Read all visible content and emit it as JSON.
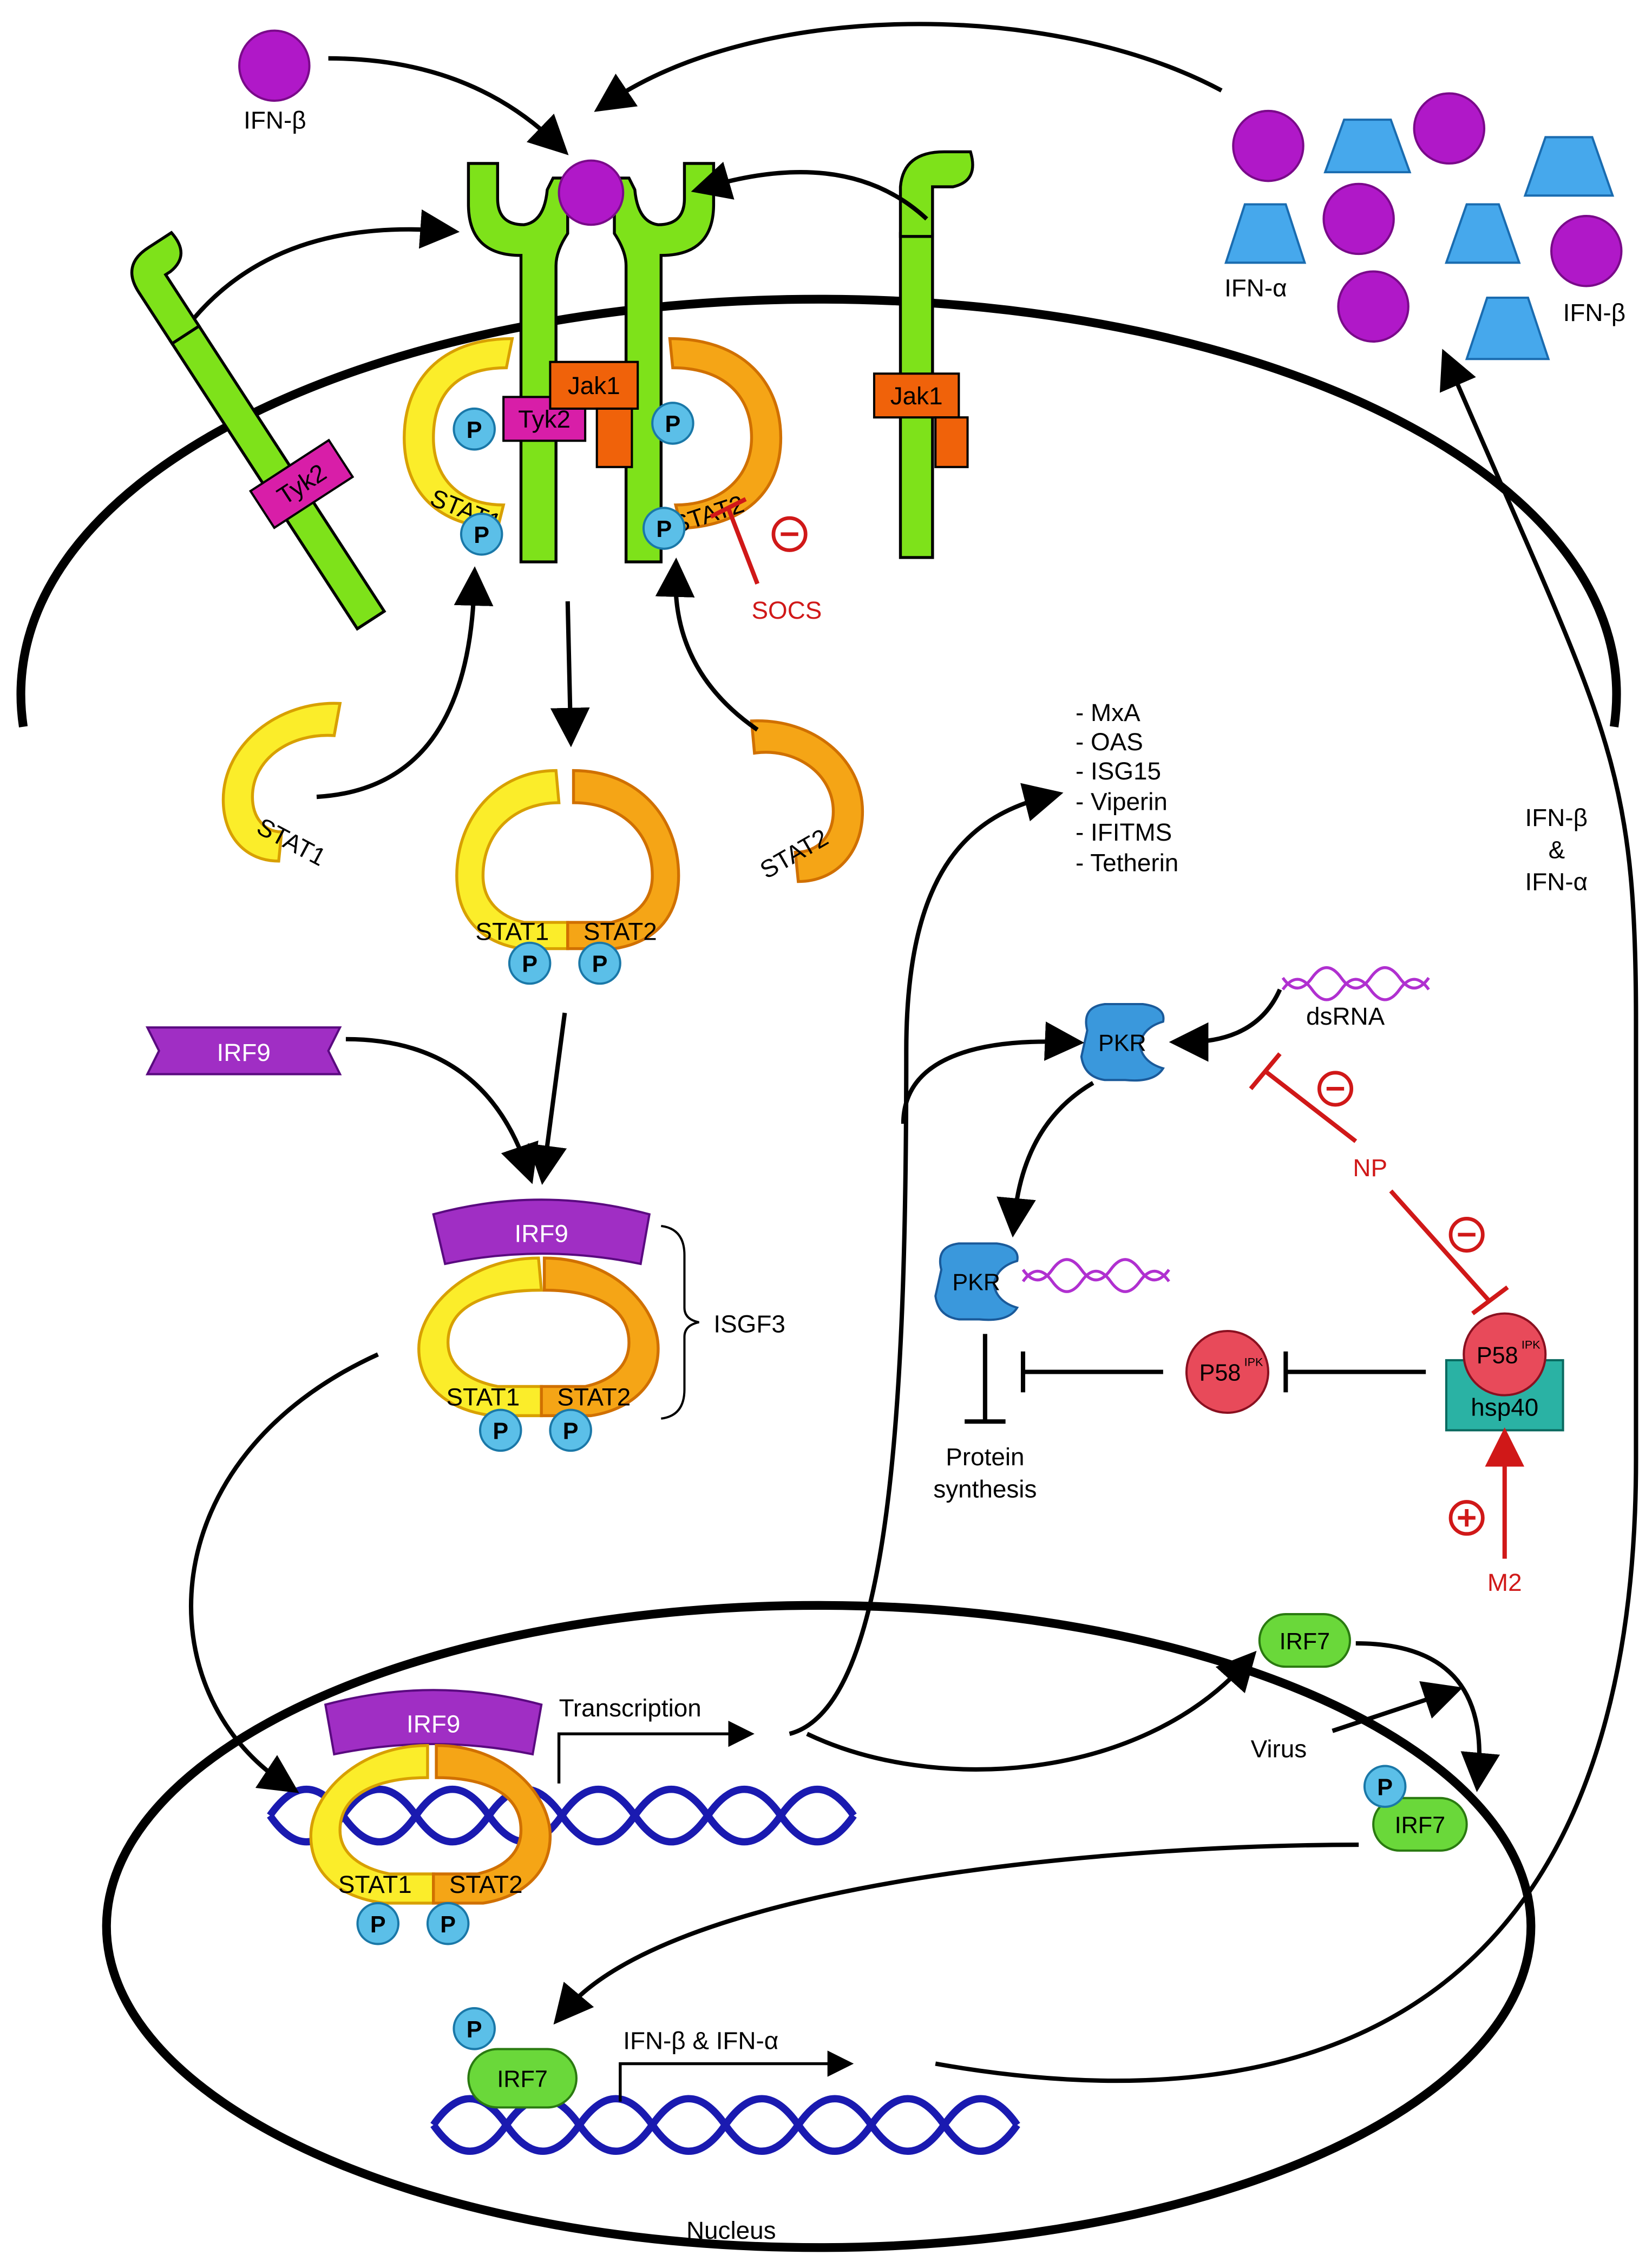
{
  "colors": {
    "receptor": "#7ee21a",
    "tyk2": "#d81ea8",
    "jak1": "#f0620a",
    "stat1": "#fbed2a",
    "stat2": "#f5a516",
    "ifn_circle": "#b018c8",
    "ifn_alpha": "#46a8ec",
    "phosphate": "#5bbfe8",
    "irf9": "#a02ec4",
    "irf7": "#6ad83a",
    "pkr": "#3a98dc",
    "p58": "#e84a5a",
    "hsp40": "#2ab2a4",
    "dna": "#1a1ab0",
    "dsrna": "#b030d0",
    "inhibit": "#d01818",
    "line": "#000000"
  },
  "labels": {
    "ifn_beta_top": "IFN-β",
    "ifn_alpha": "IFN-α",
    "ifn_beta_right": "IFN-β",
    "tyk2": "Tyk2",
    "jak1": "Jak1",
    "stat1": "STAT1",
    "stat2": "STAT2",
    "p": "P",
    "minus": "⊝",
    "plus": "⊕",
    "socs": "SOCS",
    "irf9": "IRF9",
    "isgf3": "ISGF3",
    "genes": [
      "- MxA",
      "- OAS",
      "- ISG15",
      "- Viperin",
      "- IFITMS",
      "- Tetherin"
    ],
    "ifn_beta_amp": "IFN-β",
    "amp": "&",
    "ifn_alpha_amp": "IFN-α",
    "pkr": "PKR",
    "dsrna": "dsRNA",
    "np": "NP",
    "p58": "P58",
    "p58_sup": "IPK",
    "hsp40": "hsp40",
    "protein": "Protein",
    "synthesis": "synthesis",
    "m2": "M2",
    "irf7": "IRF7",
    "virus": "Virus",
    "transcription": "Transcription",
    "ifn_transcription": "IFN-β & IFN-α",
    "nucleus": "Nucleus"
  }
}
